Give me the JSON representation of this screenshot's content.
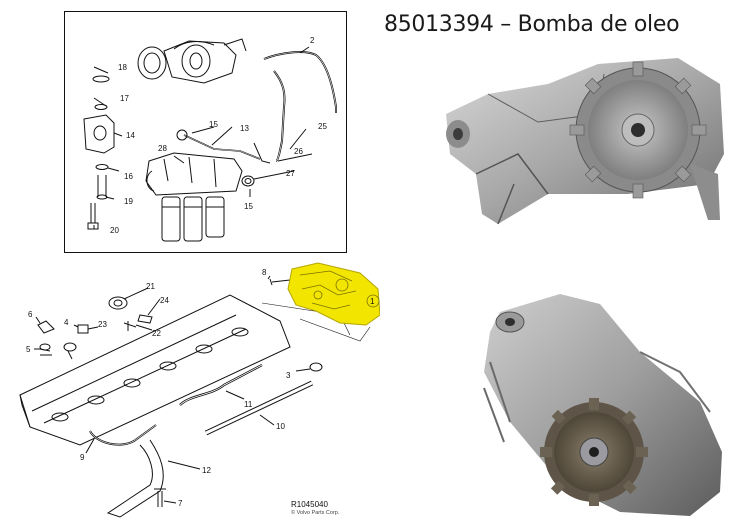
{
  "title": "85013394 – Bomba de oleo",
  "top_diagram": {
    "callouts": [
      "2",
      "18",
      "17",
      "14",
      "15",
      "13",
      "28",
      "25",
      "26",
      "27",
      "16",
      "19",
      "15",
      "20"
    ]
  },
  "bottom_diagram": {
    "callouts": [
      "8",
      "1",
      "21",
      "24",
      "6",
      "4",
      "23",
      "22",
      "5",
      "3",
      "9",
      "11",
      "10",
      "12",
      "7"
    ],
    "ref_code": "R1045040",
    "copyright": "© Volvo Parts Corp."
  },
  "colors": {
    "highlight": "#f2e600",
    "metal": "#9a9a9a",
    "line": "#111111"
  },
  "photos": [
    "oil-pump-photo-top",
    "oil-pump-photo-bottom"
  ]
}
